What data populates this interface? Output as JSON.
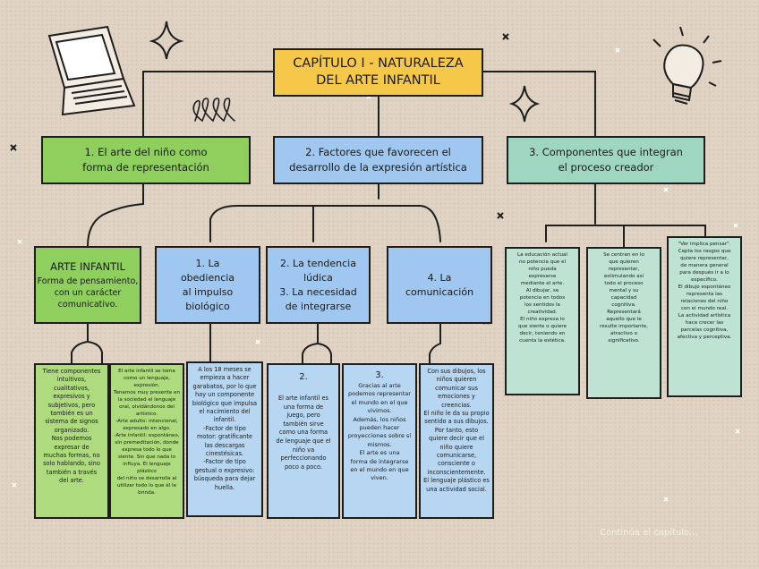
{
  "title": "CAPÍTULO I - NATURALEZA\nDEL ARTE INFANTIL",
  "topics": [
    {
      "label": "1.     El arte del niño como\nforma de representación"
    },
    {
      "label": "2. Factores que favorecen el\ndesarrollo de la expresión artística"
    },
    {
      "label": "3. Componentes que integran\nel proceso creador"
    }
  ],
  "arte_infantil": {
    "heading": "ARTE INFANTIL",
    "text": "Forma de pensamiento,\ncon un carácter\ncomunicativo."
  },
  "factors": [
    {
      "label": "1.         La\nobediencia\nal impulso\nbiológico"
    },
    {
      "label": "2. La tendencia\nlúdica\n3. La necesidad\nde integrarse"
    },
    {
      "label": "4. La\ncomunicación"
    }
  ],
  "details": {
    "arte_1": "Tiene componentes\nintuitivos,\ncualitativos,\nexpresivos y\nsubjetivos, pero\ntambién es un\nsistema de signos\norganizado.\nNos podemos\nexpresar de\nmuchas formas, no\nsolo hablando, sino\ntambién a través\ndel arte.",
    "arte_2": "El arte infantil se toma\ncomo un lenguaje,\nexpresión.\nTenemos muy presente en\nla sociedad el lenguaje\noral, olvidándonos del\nartístico.\n-Arte adulto: intencional,\nexpresado en algo.\n-Arte infantil: espontáneo,\nsin premeditación, donde\nexpresa todo lo que\nsiente. Sin que nada lo\ninfluya. El lenguaje plástico\ndel niño se desarrolla al\nutilizar todo lo que él le\nbrinda.",
    "f1": "A los 18 meses se\nempieza a hacer\ngarabatos, por lo que\nhay un componente\nbiológico que impulsa\nel nacimiento del\ninfantil.\n-Factor de tipo\nmotor: gratificante\nlas descargas\ncinestésicas.\n-Factor de tipo\ngestual o expresivo:\nbúsqueda para dejar\nhuella.",
    "f2_num": "2.",
    "f2": "El arte infantil es\nuna forma de\njuego, pero\ntambién sirve\ncomo una forma\nde lenguaje que el\nniño va\nperfeccionando\npoco a poco.",
    "f3_num": "3.",
    "f3": "Gracias al arte\npodemos representar\nel mundo en el que\nvivimos.\nAdemás, los niños\npueden hacer\nproyecciones sobre sí\nmismos.\nEl arte es una\nforma de integrarse\nen el mundo en que\nviven.",
    "f4": "Con sus dibujos, los\nniños quieren\ncomunicar sus\nemociones y creencias.\nEl niño le da su propio\nsentido a sus dibujos.\nPor tanto, esto\nquiere decir que el\nniño quiere\ncomunicarse,\nconsciente o\ninconscientemente.\nEl lenguaje plástico es\nuna actividad social.",
    "c1": "La educación actual\nno potencia que el\nniño pueda\nexpresarse\nmediante el arte.\nAl dibujar, se\npotencia en todos\nlos sentidos la\ncreatividad.\nEl niño expresa lo\nque siente o quiere\ndecir, teniendo en\ncuenta la estética.",
    "c2": "Se centran en lo\nque quieren\nrepresentar,\nestimulando así\ntodo el proceso\nmental y su\ncapacidad\ncognitiva.\nRepresentará\naquello que le\nresulte importante,\natractivo o\nsignificativo.",
    "c3": "\"Ver implica pensar\".\nCapta los rasgos que\nquiere representar,\nde manera general\npara después ir a lo\nespecífico.\nEl dibujo espontáneo\nrepresenta las\nrelaciones del niño\ncon el mundo real.\nLa actividad artística\nhace crecer las\nparcelas cognitiva,\nafectiva y perceptiva."
  },
  "footer": "Continúa el capítulo..."
}
